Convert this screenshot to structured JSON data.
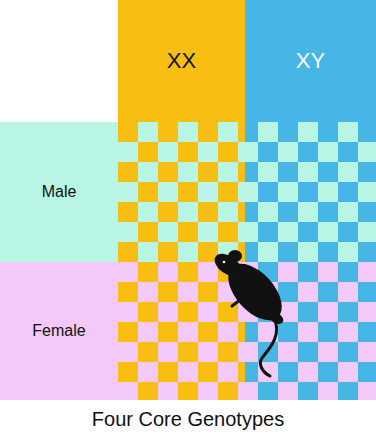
{
  "diagram": {
    "caption": "Four Core Genotypes",
    "nodes": [
      {
        "text": [
          "XX"
        ]
      },
      {
        "text": [
          "XY"
        ]
      },
      {
        "text": [
          "Male"
        ]
      },
      {
        "text": [
          "Female"
        ]
      }
    ]
  }
}
